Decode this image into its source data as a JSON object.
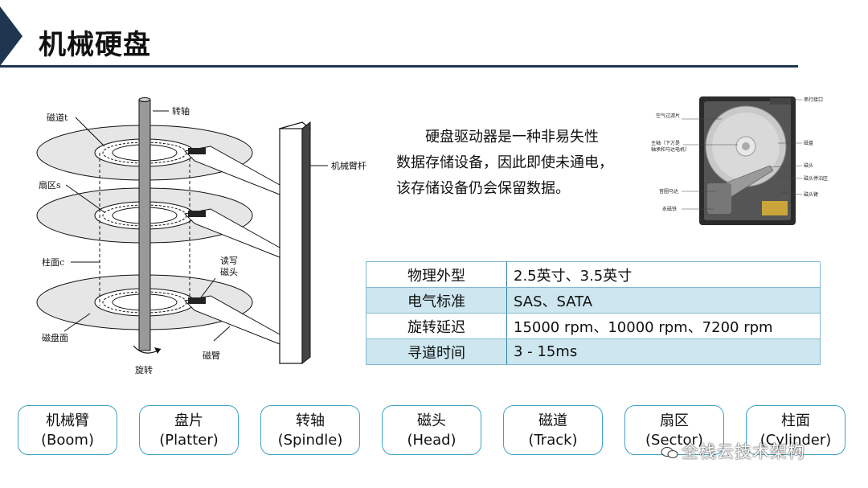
{
  "title": "机械硬盘",
  "diagram": {
    "labels": {
      "track": "磁道t",
      "spindle": "转轴",
      "arm_rod": "机械臂杆",
      "sector": "扇区s",
      "cylinder": "柱面c",
      "rw_head_line1": "读写",
      "rw_head_line2": "磁头",
      "platter_surface": "磁盘面",
      "rotation": "旋转",
      "arm": "磁臂"
    }
  },
  "intro": {
    "line1": "硬盘驱动器是一种非易失性",
    "line2": "数据存储设备，因此即使未通电，",
    "line3": "该存储设备仍会保留数据。"
  },
  "photo_labels": {
    "air_filter": "空气过滤片",
    "spindle": "主轴（下方是",
    "spindle2": "轴承和马达电机）",
    "voice_coil": "音圈马达",
    "magnet": "永磁铁",
    "serial_port": "串行接口",
    "platter": "磁盘",
    "head": "磁头",
    "parking": "磁头停泊区",
    "head_arm": "磁头臂"
  },
  "specs": [
    {
      "key": "物理外型",
      "value": "2.5英寸、3.5英寸"
    },
    {
      "key": "电气标准",
      "value": "SAS、SATA"
    },
    {
      "key": "旋转延迟",
      "value": "15000 rpm、10000 rpm、7200 rpm"
    },
    {
      "key": "寻道时间",
      "value": "3 - 15ms"
    }
  ],
  "terms": [
    {
      "zh": "机械臂",
      "en": "(Boom)"
    },
    {
      "zh": "盘片",
      "en": "(Platter)"
    },
    {
      "zh": "转轴",
      "en": "(Spindle)"
    },
    {
      "zh": "磁头",
      "en": "(Head)"
    },
    {
      "zh": "磁道",
      "en": "(Track)"
    },
    {
      "zh": "扇区",
      "en": "(Sector)"
    },
    {
      "zh": "柱面",
      "en": "(Cylinder)"
    }
  ],
  "watermark": "全栈云技术架构",
  "colors": {
    "accent": "#1f3650",
    "border": "#3da2c4",
    "table_shade": "#cde6ef"
  }
}
